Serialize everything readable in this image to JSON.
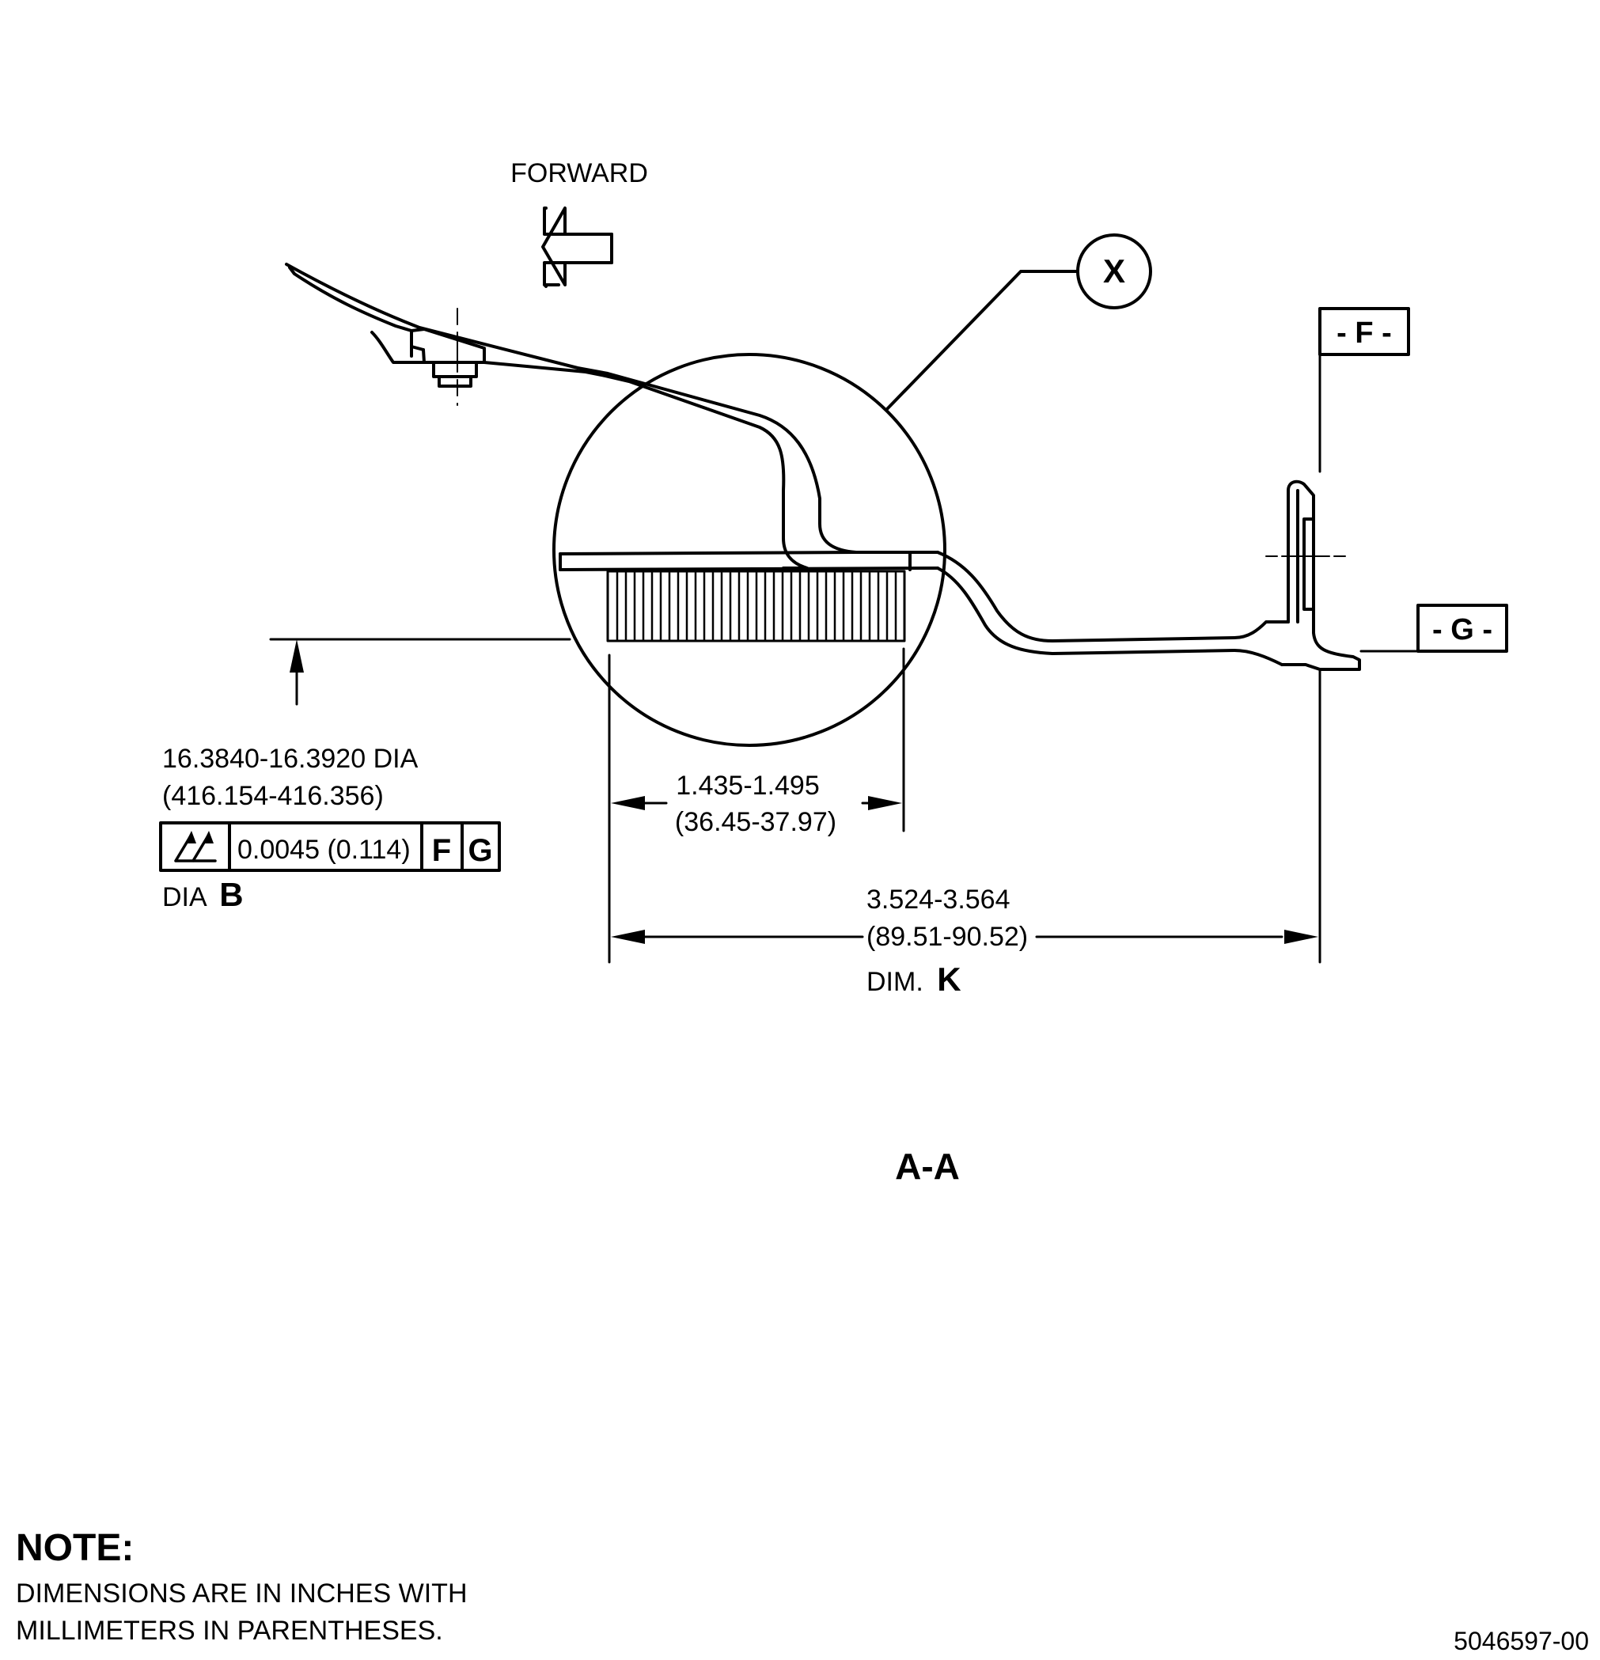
{
  "view": {
    "forward_label": "FORWARD",
    "detail_callout": "X",
    "datum_f": "- F -",
    "datum_g": "- G -",
    "section_label": "A-A"
  },
  "diameter_b": {
    "value_in": "16.3840-16.3920 DIA",
    "value_mm": "(416.154-416.356)",
    "fcf_tolerance": "0.0045 (0.114)",
    "fcf_datum_1": "F",
    "fcf_datum_2": "G",
    "label_prefix": "DIA",
    "label_letter": "B"
  },
  "width_dim": {
    "value_in": "1.435-1.495",
    "value_mm": "(36.45-37.97)"
  },
  "dim_k": {
    "value_in": "3.524-3.564",
    "value_mm": "(89.51-90.52)",
    "label_prefix": "DIM.",
    "label_letter": "K"
  },
  "note": {
    "heading": "NOTE:",
    "line1": "DIMENSIONS ARE IN INCHES WITH",
    "line2": "MILLIMETERS IN PARENTHESES."
  },
  "figure_id": "5046597-00"
}
